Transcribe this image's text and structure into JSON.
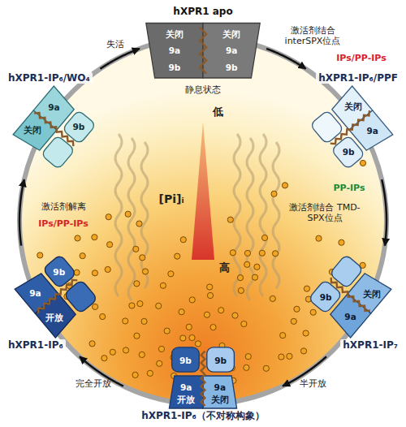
{
  "diagram": {
    "nodes": [
      {
        "text": [
          "hXPR1 apo",
          "关闭",
          "关闭",
          "9a",
          "9a",
          "9b",
          "9b"
        ]
      },
      {
        "text": [
          "hXPR1-IP₆/PPF",
          "关闭",
          "9a",
          "9b"
        ]
      },
      {
        "text": [
          "hXPR1-IP₇",
          "关闭",
          "9a",
          "9b"
        ]
      },
      {
        "text": [
          "hXPR1-IP₆（不对称构象）",
          "开放",
          "关闭",
          "9a",
          "9a",
          "9b",
          "9b"
        ]
      },
      {
        "text": [
          "hXPR1-IP₆",
          "开放",
          "9a",
          "9b"
        ]
      },
      {
        "text": [
          "hXPR1-IP₆/WO₄",
          "关闭",
          "9a",
          "9b"
        ]
      }
    ],
    "edges": [
      {
        "from": 0,
        "to": 1,
        "arrow": "to",
        "label": "激活剂结合 interSPX位点"
      },
      {
        "from": 1,
        "to": 2,
        "arrow": "to",
        "label": "激活剂结合 TMD-SPX位点"
      },
      {
        "from": 2,
        "to": 3,
        "arrow": "to",
        "label": "半开放"
      },
      {
        "from": 3,
        "to": 4,
        "arrow": "to",
        "label": "完全开放"
      },
      {
        "from": 4,
        "to": 5,
        "arrow": "to",
        "label": "激活剂解离"
      },
      {
        "from": 5,
        "to": 0,
        "arrow": "to",
        "label": "失活"
      }
    ],
    "labels": [
      "静息状态",
      "IPs/PP-IPs",
      "PP-IPs",
      "IPs/PP-IPs",
      "低",
      "[Pi]ᵢ",
      "高"
    ]
  }
}
